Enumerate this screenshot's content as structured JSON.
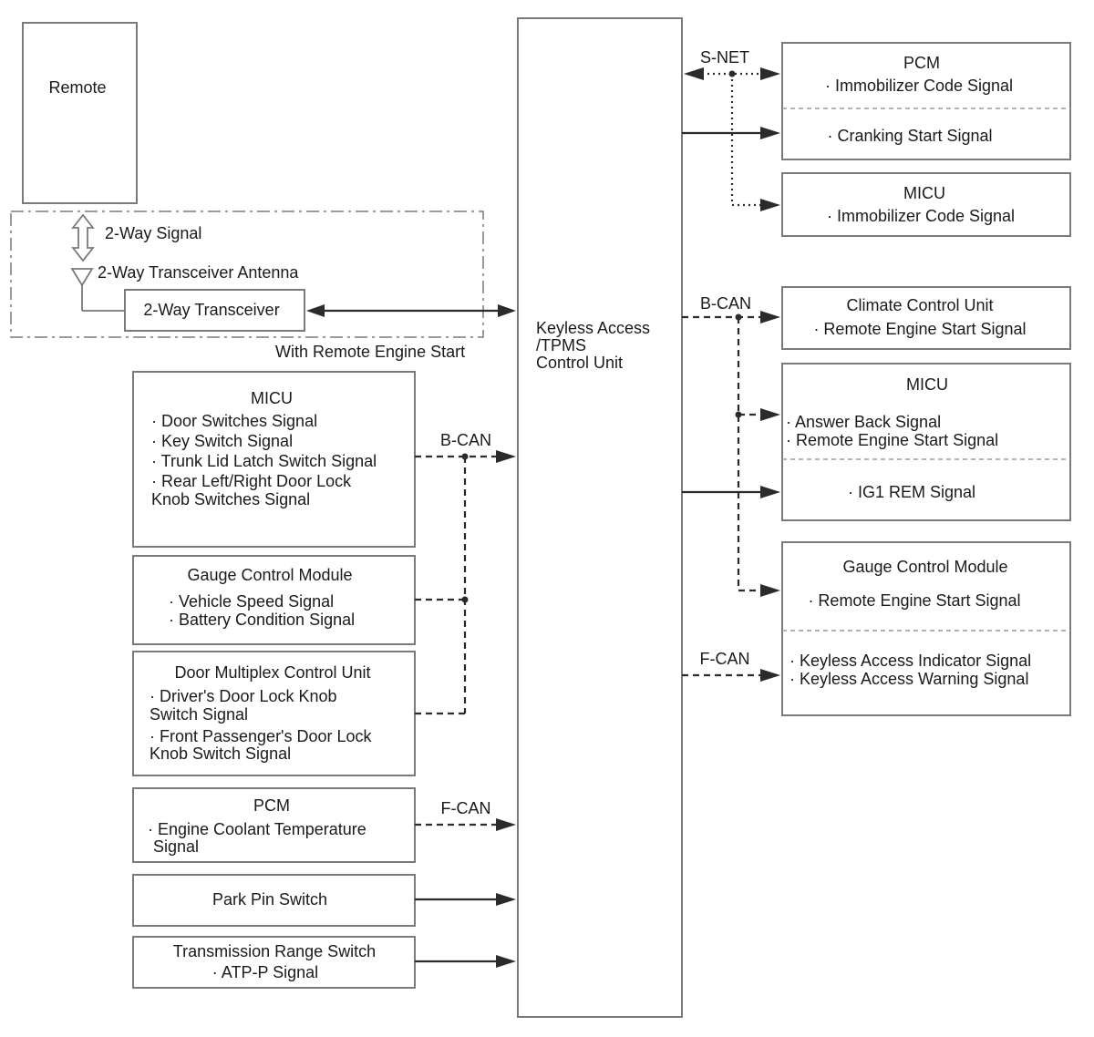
{
  "remote": {
    "label": "Remote"
  },
  "two_way_signal": "2-Way Signal",
  "antenna_label": "2-Way Transceiver Antenna",
  "transceiver": "2-Way Transceiver",
  "remote_start_frame_label": "With Remote Engine Start",
  "control_unit": {
    "line1": "Keyless Access",
    "line2": "/TPMS",
    "line3": "Control Unit"
  },
  "bus_labels": {
    "s_net": "S-NET",
    "b_can_right": "B-CAN",
    "f_can_right": "F-CAN",
    "b_can_left": "B-CAN",
    "f_can_left": "F-CAN"
  },
  "left_modules": {
    "micu": {
      "title": "MICU",
      "lines": [
        "· Door Switches Signal",
        "· Key Switch Signal",
        "· Trunk Lid Latch Switch Signal",
        "· Rear Left/Right Door Lock",
        "Knob Switches Signal"
      ]
    },
    "gauge": {
      "title": "Gauge Control Module",
      "lines": [
        "· Vehicle Speed Signal",
        "· Battery Condition Signal"
      ]
    },
    "door_mux": {
      "title": "Door Multiplex Control Unit",
      "lines": [
        "· Driver's Door Lock Knob",
        "Switch Signal",
        "· Front Passenger's Door Lock",
        "Knob Switch Signal"
      ]
    },
    "pcm": {
      "title": "PCM",
      "lines": [
        "· Engine Coolant Temperature",
        "Signal"
      ]
    },
    "park_pin": {
      "title": "Park Pin Switch"
    },
    "trans_range": {
      "title": "Transmission Range Switch",
      "lines": [
        "· ATP-P Signal"
      ]
    }
  },
  "right_modules": {
    "pcm": {
      "title": "PCM",
      "line1": "· Immobilizer Code Signal",
      "line2": "· Cranking Start Signal"
    },
    "micu_immob": {
      "title": "MICU",
      "line1": "· Immobilizer Code Signal"
    },
    "climate": {
      "title": "Climate Control Unit",
      "line1": "· Remote Engine Start Signal"
    },
    "micu_b": {
      "title": "MICU",
      "line1": "· Answer Back Signal",
      "line2": "· Remote Engine Start Signal",
      "line3": "· IG1 REM Signal"
    },
    "gauge": {
      "title": "Gauge Control Module",
      "line1": "· Remote Engine Start Signal",
      "line2": "· Keyless Access Indicator Signal",
      "line3": "· Keyless Access Warning Signal"
    }
  }
}
